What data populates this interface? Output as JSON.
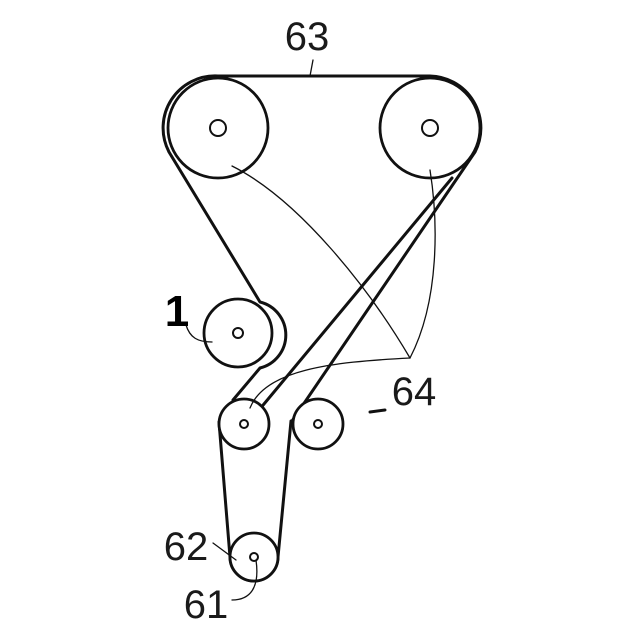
{
  "labels": {
    "belt_top": "63",
    "guide_pulleys": "64",
    "roller": "1",
    "drive_belt": "62",
    "drive_pulley": "61"
  }
}
